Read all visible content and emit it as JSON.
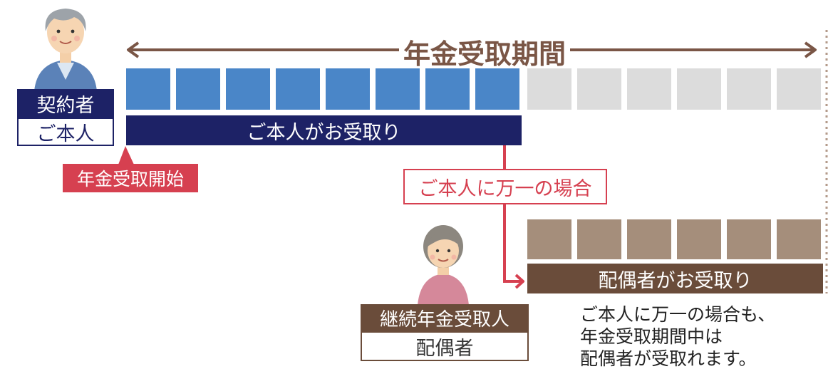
{
  "period": {
    "title": "年金受取期間"
  },
  "contract": {
    "role": "契約者",
    "person": "ご本人"
  },
  "self_bar": {
    "label": "ご本人がお受取り"
  },
  "start": {
    "label": "年金受取開始"
  },
  "contingency": {
    "label": "ご本人に万一の場合"
  },
  "spouse_bar": {
    "label": "配偶者がお受取り"
  },
  "successor": {
    "role": "継続年金受取人",
    "person": "配偶者"
  },
  "note": {
    "lines": [
      "ご本人に万一の場合も、",
      "年金受取期間中は",
      "配偶者が受取れます。"
    ]
  },
  "timeline": {
    "total_periods": 14,
    "self_paid_periods": 8,
    "spouse_periods": 6
  },
  "colors": {
    "self": "#4a86c8",
    "remaining": "#dcdcdc",
    "spouse": "#a58e7b",
    "navy": "#1d2266",
    "brown": "#6a4c3a",
    "accent": "#d64050",
    "period_arrow": "#7a5646"
  },
  "icons": [
    "contract-holder-man-icon",
    "successor-woman-icon"
  ]
}
